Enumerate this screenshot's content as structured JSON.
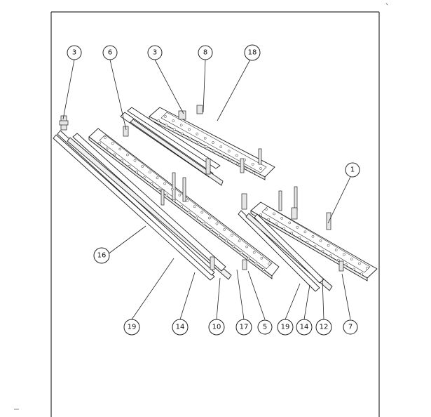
{
  "callouts": [
    {
      "id": "c-top-3a",
      "label": "3"
    },
    {
      "id": "c-top-6",
      "label": "6"
    },
    {
      "id": "c-top-3b",
      "label": "3"
    },
    {
      "id": "c-top-8",
      "label": "8"
    },
    {
      "id": "c-top-18",
      "label": "18"
    },
    {
      "id": "c-right-1",
      "label": "1"
    },
    {
      "id": "c-left-16",
      "label": "16"
    },
    {
      "id": "c-bot-19a",
      "label": "19"
    },
    {
      "id": "c-bot-14a",
      "label": "14"
    },
    {
      "id": "c-bot-10",
      "label": "10"
    },
    {
      "id": "c-bot-17",
      "label": "17"
    },
    {
      "id": "c-bot-5",
      "label": "5"
    },
    {
      "id": "c-bot-19b",
      "label": "19"
    },
    {
      "id": "c-bot-14b",
      "label": "14"
    },
    {
      "id": "c-bot-12",
      "label": "12"
    },
    {
      "id": "c-bot-7",
      "label": "7"
    }
  ]
}
